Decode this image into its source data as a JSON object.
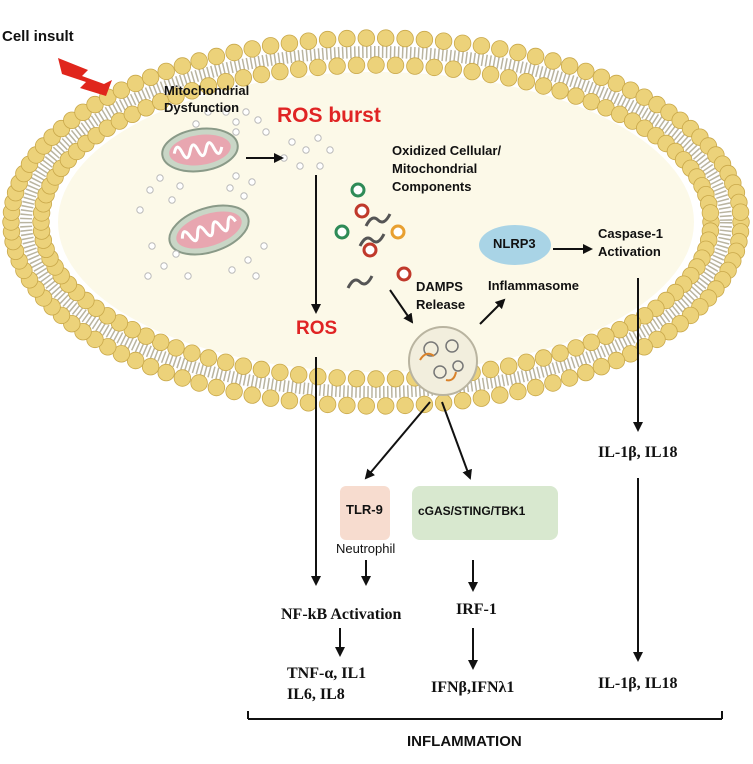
{
  "labels": {
    "cell_insult": "Cell insult",
    "mito_dysfunction_1": "Mitochondrial",
    "mito_dysfunction_2": "Dysfunction",
    "ros_burst": "ROS burst",
    "oxidized_1": "Oxidized Cellular/",
    "oxidized_2": "Mitochondrial",
    "oxidized_3": "Components",
    "nlrp3": "NLRP3",
    "caspase_1": "Caspase-1",
    "caspase_2": "Activation",
    "inflammasome": "Inflammasome",
    "damps_1": "DAMPS",
    "damps_2": "Release",
    "ros": "ROS",
    "il1b_il18_top": "IL-1β, IL18",
    "tlr9": "TLR-9",
    "neutrophil": "Neutrophil",
    "cgas": "cGAS/STING/TBK1",
    "nfkb": "NF-kB Activation",
    "irf1": "IRF-1",
    "cytokines_1": "TNF-α, IL1",
    "cytokines_2": "IL6, IL8",
    "ifn": "IFNβ,IFNλ1",
    "il1b_il18_bottom": "IL-1β, IL18",
    "inflammation": "INFLAMMATION"
  },
  "colors": {
    "cell_fill": "#fcf9e8",
    "lipid_head": "#ecd27a",
    "lipid_tail": "#b9b4a0",
    "ros_red": "#e02424",
    "nlrp3_fill": "#a9d4e6",
    "tlr9_fill": "#f7dccf",
    "cgas_fill": "#d8e8cf",
    "mito_outer": "#c9d6c6",
    "mito_inner": "#e8a6b0",
    "bolt": "#e0261c"
  }
}
